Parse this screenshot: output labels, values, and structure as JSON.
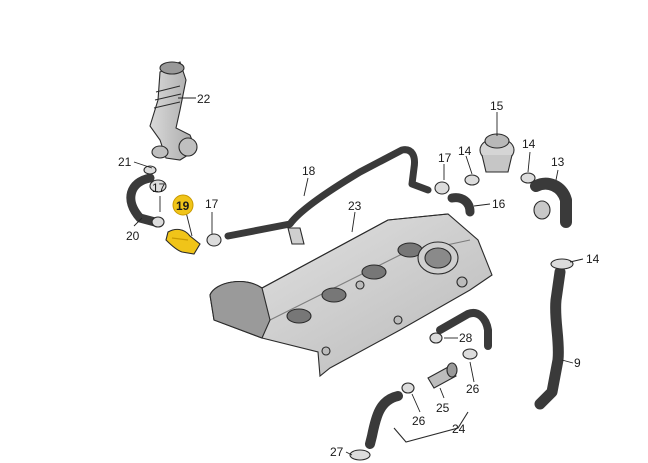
{
  "highlight_color": "#f0c419",
  "labels": {
    "l22": "22",
    "l21": "21",
    "l17a": "17",
    "l19": "19",
    "l17b": "17",
    "l20": "20",
    "l18": "18",
    "l23": "23",
    "l17c": "17",
    "l14a": "14",
    "l15": "15",
    "l14b": "14",
    "l13": "13",
    "l16": "16",
    "l14c": "14",
    "l9": "9",
    "l28": "28",
    "l26a": "26",
    "l26b": "26",
    "l25": "25",
    "l24": "24",
    "l27": "27"
  }
}
